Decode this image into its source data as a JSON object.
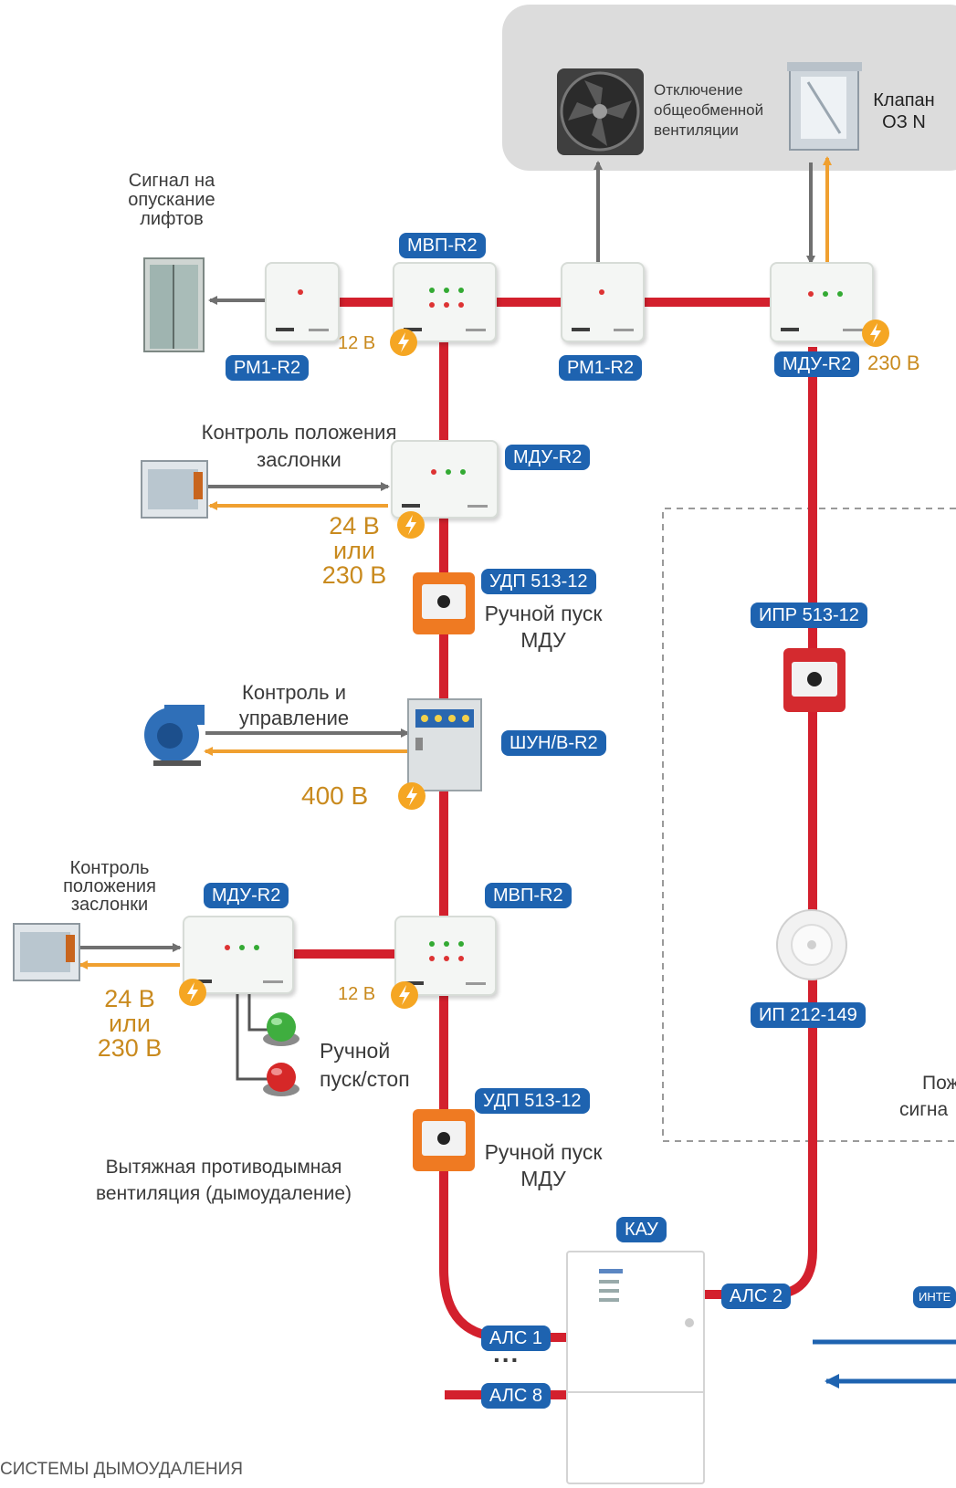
{
  "top_group": {
    "fan_label": "Отключение\nобщеобменной\nвентиляции",
    "valve_label": "Клапан\nОЗ N"
  },
  "lift_label": "Сигнал на\nопускание\nлифтов",
  "tags": {
    "mvp_top": "МВП-R2",
    "rm_left": "РМ1-R2",
    "rm_mid": "РМ1-R2",
    "mdu_right": "МДУ-R2",
    "mdu_second": "МДУ-R2",
    "udp_first": "УДП 513-12",
    "shun": "ШУН/В-R2",
    "mdu_lower": "МДУ-R2",
    "mvp_lower": "МВП-R2",
    "udp_second": "УДП 513-12",
    "ipr": "ИПР 513-12",
    "ip": "ИП 212-149",
    "kau": "КАУ",
    "als2": "АЛС 2",
    "als1": "АЛС 1",
    "als8": "АЛС 8",
    "interface": "ИНТЕ"
  },
  "voltages": {
    "v12_top": "12 В",
    "v230_right": "230 В",
    "v24_first": "24 В\nили\n230 В",
    "v400": "400 В",
    "v24_second": "24 В\nили\n230 В",
    "v12_lower": "12 В"
  },
  "labels": {
    "damper_control": "Контроль положения\nзаслонки",
    "manual_start_1": "Ручной пуск\nМДУ",
    "control_manage": "Контроль и\nуправление",
    "damper_control_2": "Контроль\nположения\nзаслонки",
    "manual_start_stop": "Ручной\nпуск/стоп",
    "manual_start_2": "Ручной пуск\nМДУ",
    "exhaust_vent": "Вытяжная противодымная\nвентиляция (дымоудаление)",
    "ellipsis": "...",
    "fire_partial_1": "Пож",
    "fire_partial_2": "сигна",
    "footer": "СИСТЕМЫ ДЫМОУДАЛЕНИЯ"
  },
  "colors": {
    "loop": "#d3202d",
    "tag_bg": "#1e63b0",
    "voltage": "#c98a1e",
    "bolt": "#f5a623",
    "grey_arrow": "#707070",
    "orange_arrow": "#f0a030",
    "blue_arrow": "#1e63b0"
  }
}
